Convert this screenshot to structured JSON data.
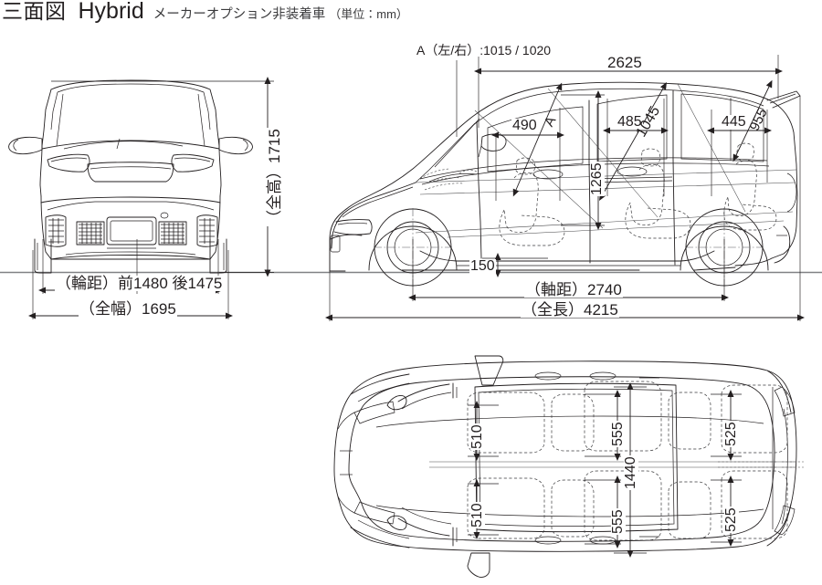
{
  "header": {
    "title_main": "三面図",
    "model": "Hybrid",
    "subtitle": "メーカーオプション非装着車",
    "unit_note": "（単位：mm）"
  },
  "views": {
    "front": {
      "name": "front-view"
    },
    "side": {
      "name": "side-view"
    },
    "top": {
      "name": "top-view"
    }
  },
  "colors": {
    "line": "#231f20",
    "outline": "#231f20",
    "ground": "#808285",
    "text": "#231f20",
    "subtext": "#3a3a3c"
  },
  "dimensions": {
    "front": {
      "overall_height": "（全高）1715",
      "tread": "（輪距）前1480  後1475",
      "overall_width": "（全幅）1695"
    },
    "side": {
      "a_note": "A（左/右）:1015 / 1020",
      "d2625": "2625",
      "d490": "490",
      "a_label": "A",
      "d485": "485",
      "d1045": "1045",
      "d445": "445",
      "d955": "955",
      "d1265": "1265",
      "d150": "150",
      "wheelbase": "（軸距）2740",
      "overall_length": "（全長）4215"
    },
    "top": {
      "d510_front": "510",
      "d510_rear": "510",
      "d555_front": "555",
      "d555_rear": "555",
      "d1440": "1440",
      "d525_front": "525",
      "d525_rear": "525"
    }
  },
  "chart_data": {
    "type": "table",
    "title": "三面図 Hybrid メーカーオプション非装着車（単位：mm）",
    "categories": [
      "全高",
      "輪距 前",
      "輪距 後",
      "全幅",
      "A 左",
      "A 右",
      "2625",
      "490",
      "485",
      "1045",
      "445",
      "955",
      "1265",
      "150",
      "軸距",
      "全長",
      "510 前",
      "510 後",
      "555 前",
      "555 後",
      "1440",
      "525 前",
      "525 後"
    ],
    "values": [
      1715,
      1480,
      1475,
      1695,
      1015,
      1020,
      2625,
      490,
      485,
      1045,
      445,
      955,
      1265,
      150,
      2740,
      4215,
      510,
      510,
      555,
      555,
      1440,
      525,
      525
    ],
    "xlabel": "",
    "ylabel": "mm"
  }
}
